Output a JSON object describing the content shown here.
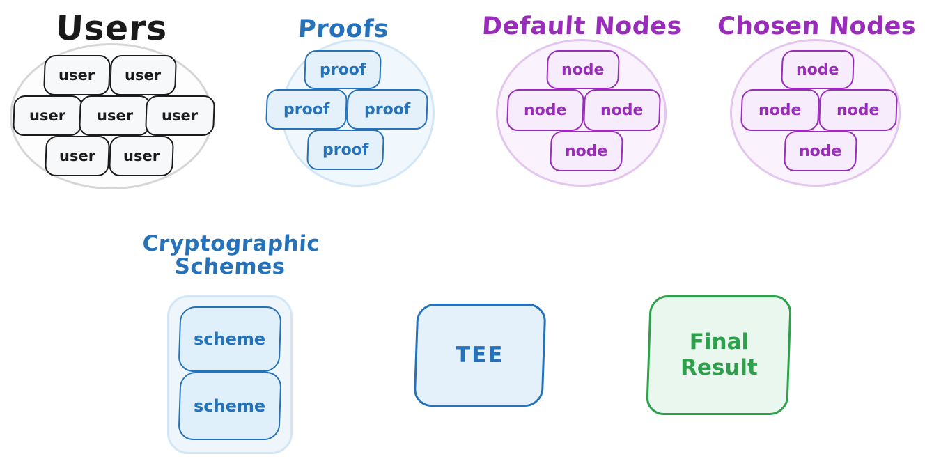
{
  "diagram": {
    "groups": [
      {
        "id": "users",
        "title": "Users",
        "shape": "circle",
        "accent": "#1a1a1a",
        "items": [
          "user",
          "user",
          "user",
          "user",
          "user",
          "user",
          "user"
        ]
      },
      {
        "id": "proofs",
        "title": "Proofs",
        "shape": "circle",
        "accent": "#2572ba",
        "items": [
          "proof",
          "proof",
          "proof",
          "proof"
        ]
      },
      {
        "id": "default-nodes",
        "title": "Default Nodes",
        "shape": "circle",
        "accent": "#9a2cba",
        "items": [
          "node",
          "node",
          "node",
          "node"
        ]
      },
      {
        "id": "chosen-nodes",
        "title": "Chosen Nodes",
        "shape": "circle",
        "accent": "#9a2cba",
        "items": [
          "node",
          "node",
          "node",
          "node"
        ]
      },
      {
        "id": "cryptographic-schemes",
        "title": "Cryptographic Schemes",
        "shape": "rounded-rect",
        "accent": "#2572ba",
        "items": [
          "scheme",
          "scheme"
        ]
      }
    ],
    "standalone": [
      {
        "id": "tee",
        "label": "TEE",
        "accent": "#2572ba",
        "fill": "#e4f1fb"
      },
      {
        "id": "final-result",
        "label_line1": "Final",
        "label_line2": "Result",
        "accent": "#2ca04a",
        "fill": "#eaf7ee"
      }
    ]
  }
}
